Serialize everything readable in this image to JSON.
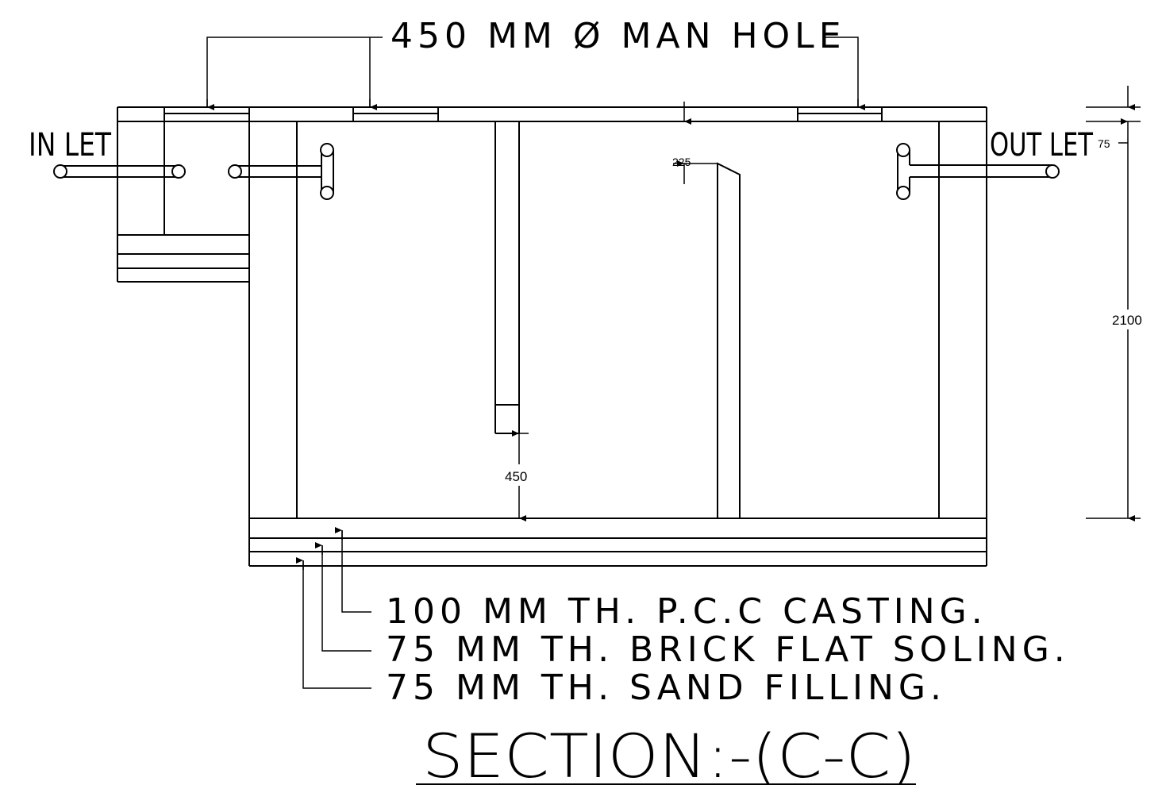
{
  "labels": {
    "manhole": "450 MM Ø MAN HOLE",
    "inlet": "IN LET",
    "outlet": "OUT LET",
    "pcc": "100 MM TH. P.C.C CASTING.",
    "brick": "75 MM TH. BRICK FLAT SOLING.",
    "sand": "75 MM TH. SAND FILLING.",
    "title": "SECTION:-(C-C)"
  },
  "dimensions": {
    "top_slab": "75",
    "depth": "2100",
    "baffle_gap": "225",
    "bottom_gap": "450"
  }
}
